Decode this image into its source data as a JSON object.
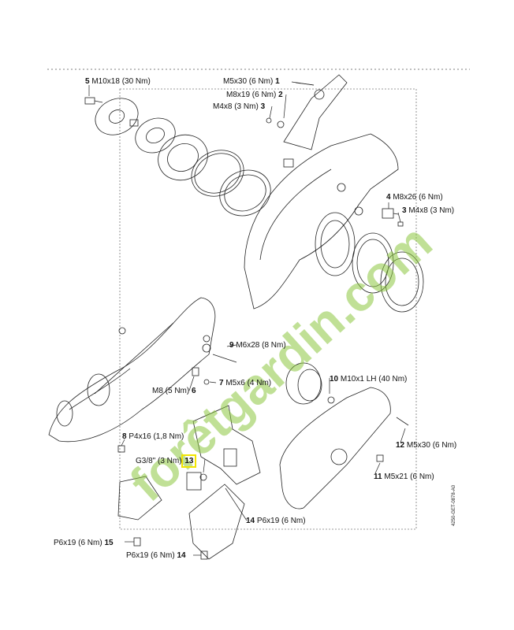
{
  "parts": [
    {
      "num": "1",
      "spec": "M5x30 (6 Nm)"
    },
    {
      "num": "2",
      "spec": "M8x19 (6 Nm)"
    },
    {
      "num": "3",
      "spec": "M4x8 (3 Nm)"
    },
    {
      "num": "3",
      "spec": "M4x8 (3 Nm)"
    },
    {
      "num": "4",
      "spec": "M8x26 (6 Nm)"
    },
    {
      "num": "5",
      "spec": "M10x18 (30 Nm)"
    },
    {
      "num": "6",
      "spec": "M8 (5 Nm)"
    },
    {
      "num": "7",
      "spec": "M5x6 (4 Nm)"
    },
    {
      "num": "8",
      "spec": "P4x16 (1,8 Nm)"
    },
    {
      "num": "9",
      "spec": "M6x28 (8 Nm)"
    },
    {
      "num": "10",
      "spec": "M10x1 LH (40 Nm)"
    },
    {
      "num": "11",
      "spec": "M5x21 (6 Nm)"
    },
    {
      "num": "12",
      "spec": "M5x30 (6 Nm)"
    },
    {
      "num": "13",
      "spec": "G3/8\" (3 Nm)"
    },
    {
      "num": "14",
      "spec": "P6x19 (6 Nm)"
    },
    {
      "num": "14",
      "spec": "P6x19 (6 Nm)"
    },
    {
      "num": "15",
      "spec": "P6x19 (6 Nm)"
    }
  ],
  "watermark": "forêtgardin.com",
  "drawing_code": "4250-GET-0878-A0",
  "colors": {
    "highlight": "#f2e400",
    "watermark": "#8cc63f",
    "line": "#222222"
  }
}
